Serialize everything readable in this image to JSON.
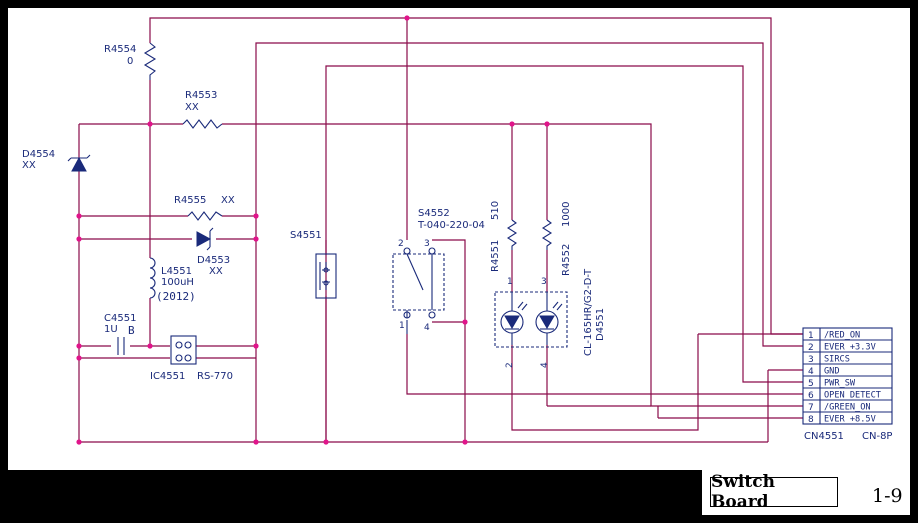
{
  "components": {
    "r4554": {
      "ref": "R4554",
      "value": "0"
    },
    "r4553": {
      "ref": "R4553",
      "value": "XX"
    },
    "d4554": {
      "ref": "D4554",
      "value": "XX"
    },
    "r4555": {
      "ref": "R4555",
      "value": "XX"
    },
    "d4553": {
      "ref": "D4553",
      "value": "XX"
    },
    "l4551": {
      "ref": "L4551",
      "value": "100uH",
      "package": "(2012)"
    },
    "c4551": {
      "ref": "C4551",
      "value": "1U",
      "extra": "B"
    },
    "ic4551": {
      "ref": "IC4551",
      "value": "RS-770"
    },
    "s4551": {
      "ref": "S4551"
    },
    "s4552": {
      "ref": "S4552",
      "value": "T-040-220-04",
      "pins": [
        "2",
        "3",
        "1",
        "4"
      ]
    },
    "r4551": {
      "ref": "R4551",
      "value": "510"
    },
    "r4552": {
      "ref": "R4552",
      "value": "1000"
    },
    "d4551": {
      "ref": "D4551",
      "value": "CL-165HR/G2-D-T",
      "pins": [
        "1",
        "3",
        "2",
        "4"
      ]
    },
    "cn4551": {
      "ref": "CN4551",
      "value": "CN-8P"
    }
  },
  "connector_pins": [
    {
      "num": "1",
      "signal": "/RED_ON"
    },
    {
      "num": "2",
      "signal": "EVER +3.3V"
    },
    {
      "num": "3",
      "signal": "SIRCS"
    },
    {
      "num": "4",
      "signal": "GND"
    },
    {
      "num": "5",
      "signal": "PWR_SW"
    },
    {
      "num": "6",
      "signal": "OPEN DETECT"
    },
    {
      "num": "7",
      "signal": "/GREEN_ON"
    },
    {
      "num": "8",
      "signal": "EVER +8.5V"
    }
  ],
  "title": {
    "board_name": "Switch Board",
    "page": "1-9"
  },
  "colors": {
    "wire": "#8a0b4a",
    "component": "#1a2a7a",
    "junction": "#e0148a",
    "background": "#000000"
  }
}
